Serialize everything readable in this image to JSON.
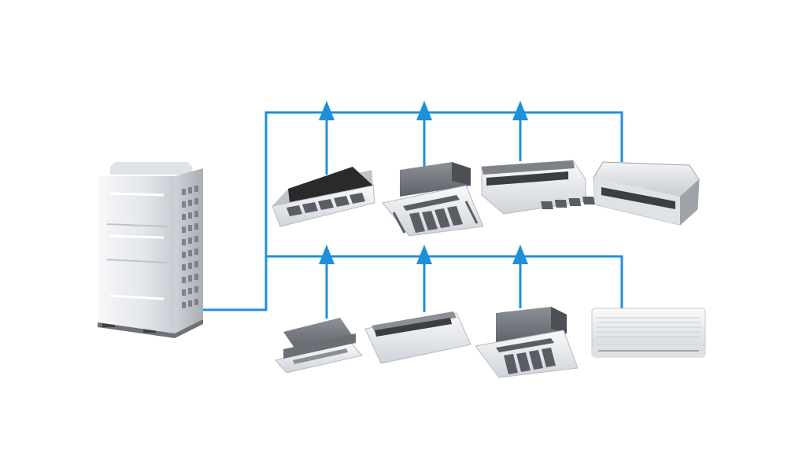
{
  "diagram": {
    "type": "vrf-system",
    "colors": {
      "pipe": "#1f8fdc",
      "arrow": "#1f8fdc",
      "metal_light": "#eef0f3",
      "metal_mid": "#b9bec6",
      "metal_dark": "#6b6f75",
      "panel_black": "#2a2a2a"
    },
    "outdoor_unit": {
      "icon": "outdoor-condenser-unit"
    },
    "branches": [
      {
        "name": "upper-branch",
        "arrows": [
          "up",
          "up",
          "up"
        ],
        "indoor_units": [
          "one-way-cassette-icon",
          "four-way-cassette-icon",
          "ceiling-suspended-icon",
          "ducted-unit-icon"
        ]
      },
      {
        "name": "lower-branch",
        "arrows": [
          "up",
          "up",
          "up"
        ],
        "indoor_units": [
          "one-way-cassette-icon",
          "ceiling-suspended-icon",
          "four-way-cassette-icon",
          "wall-mounted-split-icon"
        ]
      }
    ]
  }
}
